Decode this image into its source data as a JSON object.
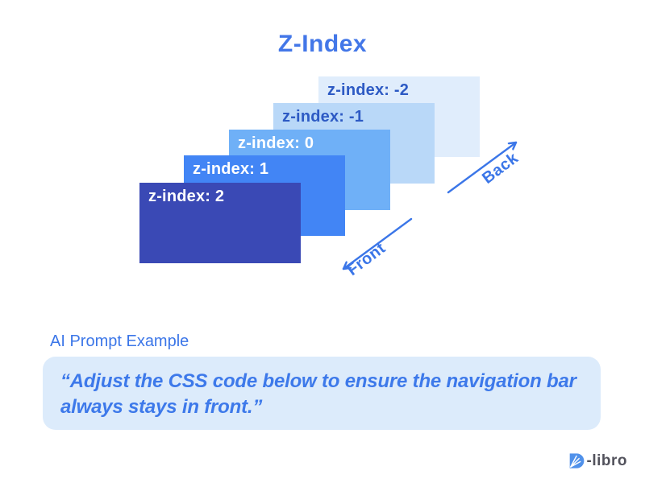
{
  "title": "Z-Index",
  "title_color": "#4377e8",
  "diagram": {
    "layers": [
      {
        "label": "z-index: -2",
        "fill": "#e0edfc",
        "text_color": "#2d5ac4"
      },
      {
        "label": "z-index: -1",
        "fill": "#b9d8f8",
        "text_color": "#2d5ac4"
      },
      {
        "label": "z-index: 0",
        "fill": "#6fb0f7",
        "text_color": "#ffffff"
      },
      {
        "label": "z-index: 1",
        "fill": "#4285f5",
        "text_color": "#ffffff"
      },
      {
        "label": "z-index: 2",
        "fill": "#3a49b5",
        "text_color": "#ffffff"
      }
    ],
    "back_arrow_label": "Back",
    "front_arrow_label": "Front",
    "arrow_color": "#3b76e8"
  },
  "prompt": {
    "heading": "AI Prompt Example",
    "heading_color": "#3b76e8",
    "text": "“Adjust the CSS code below to ensure the navigation bar always stays in front.”",
    "box_bg": "#dcebfb",
    "text_color": "#3d79ea"
  },
  "brand": {
    "text": "-libro",
    "icon_color": "#5091ea",
    "text_color": "#52525c"
  }
}
